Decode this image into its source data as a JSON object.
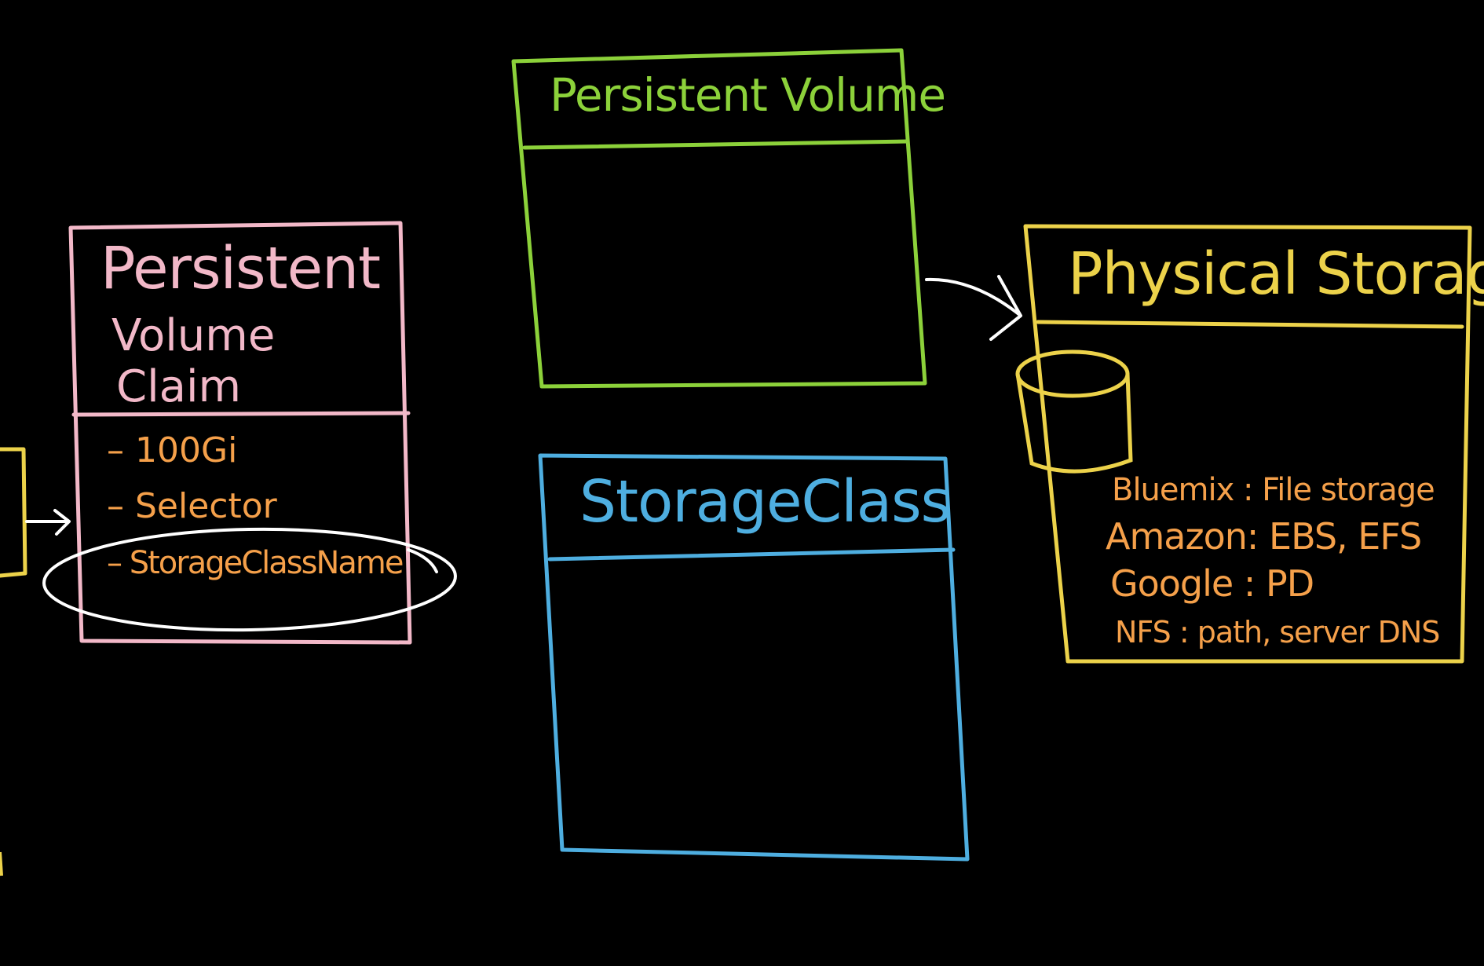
{
  "pvc": {
    "title_line1": "Persistent",
    "title_line2": "Volume",
    "title_line3": "Claim",
    "items": [
      "– 100Gi",
      "– Selector",
      "– StorageClassName"
    ]
  },
  "pv": {
    "title": "Persistent Volume"
  },
  "storage_class": {
    "title": "StorageClass"
  },
  "physical_storage": {
    "title": "Physical Storage",
    "providers": [
      "Bluemix : File storage",
      "Amazon: EBS, EFS",
      "Google : PD",
      "NFS : path, server DNS"
    ]
  },
  "colors": {
    "background": "#000000",
    "pvc": "#f2b8c8",
    "pv": "#8cd13a",
    "storage_class": "#4eaee0",
    "physical_storage": "#ecd24a",
    "items": "#f5a04a",
    "annotation": "#ffffff"
  }
}
